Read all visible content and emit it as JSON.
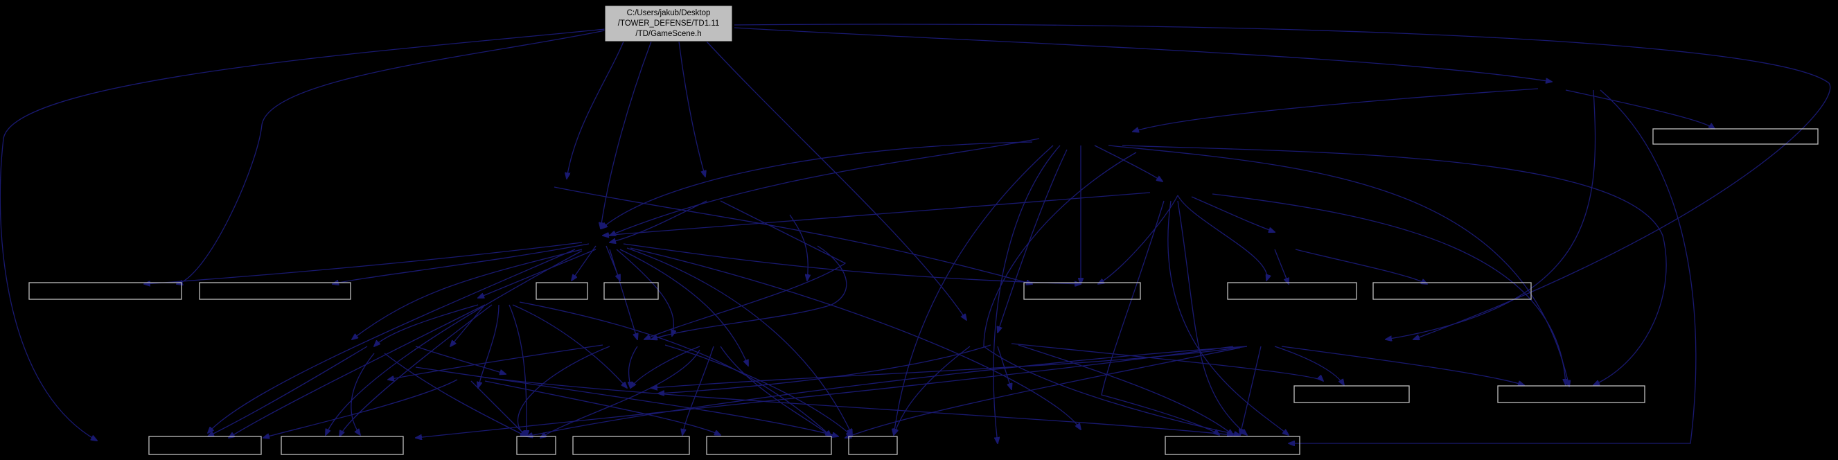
{
  "root": {
    "lines": [
      "C:/Users/jakub/Desktop",
      "/TOWER_DEFENSE/TD1.11",
      "/TD/GameScene.h"
    ]
  },
  "colors": {
    "background": "#000000",
    "edge": "#191970",
    "box_outline": "#bfbfbf",
    "root_fill": "#bfbfbf"
  }
}
